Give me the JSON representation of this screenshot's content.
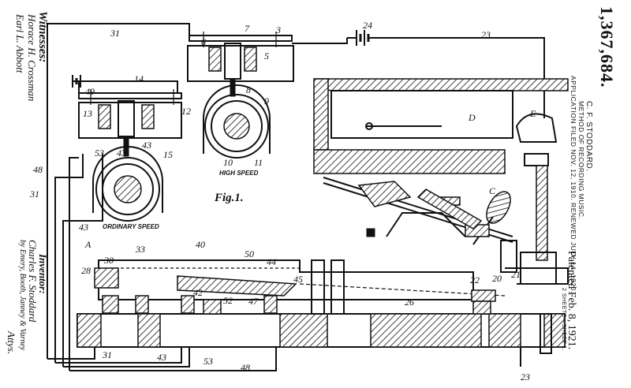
{
  "patent": {
    "number": "1,367,684.",
    "inventor_name": "C. F. STODDARD.",
    "title": "METHOD OF RECORDING MUSIC.",
    "application_line": "APPLICATION FILED NOV. 12, 1910. RENEWED JULY 14, 1920.",
    "patented_date": "Patented Feb. 8, 1921.",
    "sheets": "2 SHEETS—SHEET 1."
  },
  "figure_label": "Fig.1.",
  "labels": {
    "high_speed": "HIGH SPEED",
    "ordinary_speed": "ORDINARY SPEED"
  },
  "letters": [
    "A",
    "C",
    "D",
    "E"
  ],
  "reference_numerals": [
    "3",
    "5",
    "6",
    "7",
    "8",
    "9",
    "10",
    "11",
    "12",
    "13",
    "14",
    "15",
    "20",
    "21",
    "22",
    "23",
    "24",
    "26",
    "28",
    "30",
    "31",
    "33",
    "40",
    "42",
    "43",
    "44",
    "45",
    "47",
    "48",
    "49",
    "50",
    "52",
    "53"
  ],
  "witnesses": {
    "heading": "Witnesses:",
    "names": [
      "Horace H. Crossman",
      "Earl L. Abbott"
    ]
  },
  "inventor": {
    "heading": "Inventor:",
    "name": "Charles F. Stoddard",
    "by_line": "by Emery, Booth, Janney & Varney",
    "attys": "Attys."
  }
}
